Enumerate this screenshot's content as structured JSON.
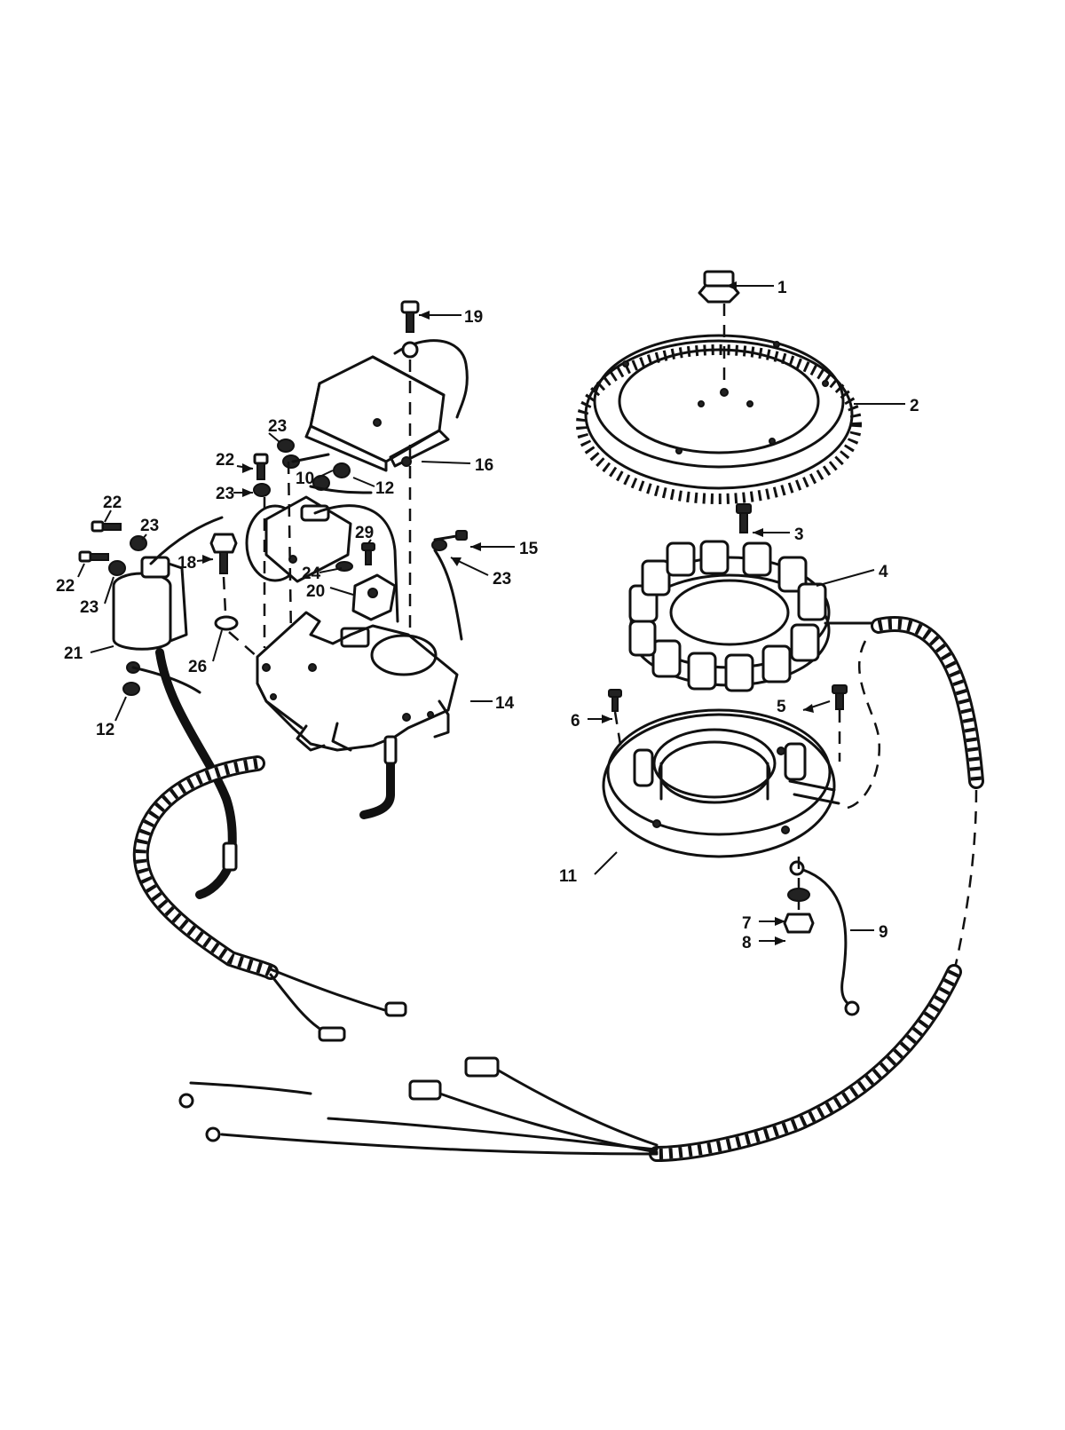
{
  "callouts": {
    "c1": "1",
    "c2": "2",
    "c3": "3",
    "c4": "4",
    "c5": "5",
    "c6": "6",
    "c7": "7",
    "c8": "8",
    "c9": "9",
    "c10": "10",
    "c11": "11",
    "c12a": "12",
    "c12b": "12",
    "c14": "14",
    "c15": "15",
    "c16": "16",
    "c18": "18",
    "c19": "19",
    "c20": "20",
    "c21": "21",
    "c22a": "22",
    "c22b": "22",
    "c22c": "22",
    "c23a": "23",
    "c23b": "23",
    "c23c": "23",
    "c23d": "23",
    "c23e": "23",
    "c24": "24",
    "c26": "26",
    "c29": "29"
  }
}
